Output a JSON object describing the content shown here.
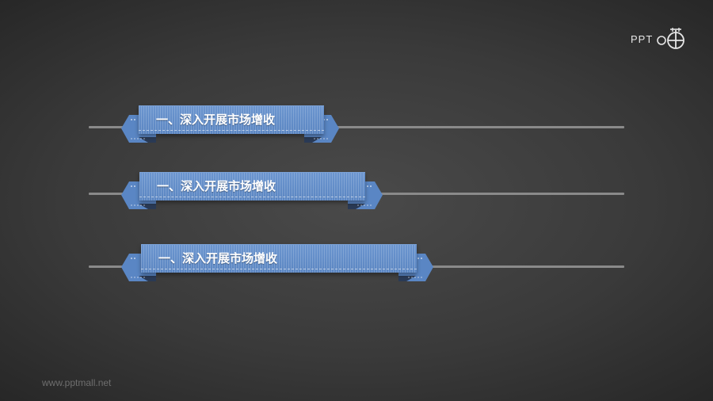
{
  "logo": {
    "text": "PPT",
    "icon": "ppt-mall-globe-logo-icon"
  },
  "watermark": "www.pptmall.net",
  "colors": {
    "background": "#3a3a3a",
    "ribbon": "#5f8ac6",
    "ribbon_dark": "#3f6aa8",
    "line": "#8a8a8a",
    "text": "#ffffff"
  },
  "ribbons": [
    {
      "label": "一、深入开展市场增收"
    },
    {
      "label": "一、深入开展市场增收"
    },
    {
      "label": "一、深入开展市场增收"
    }
  ]
}
